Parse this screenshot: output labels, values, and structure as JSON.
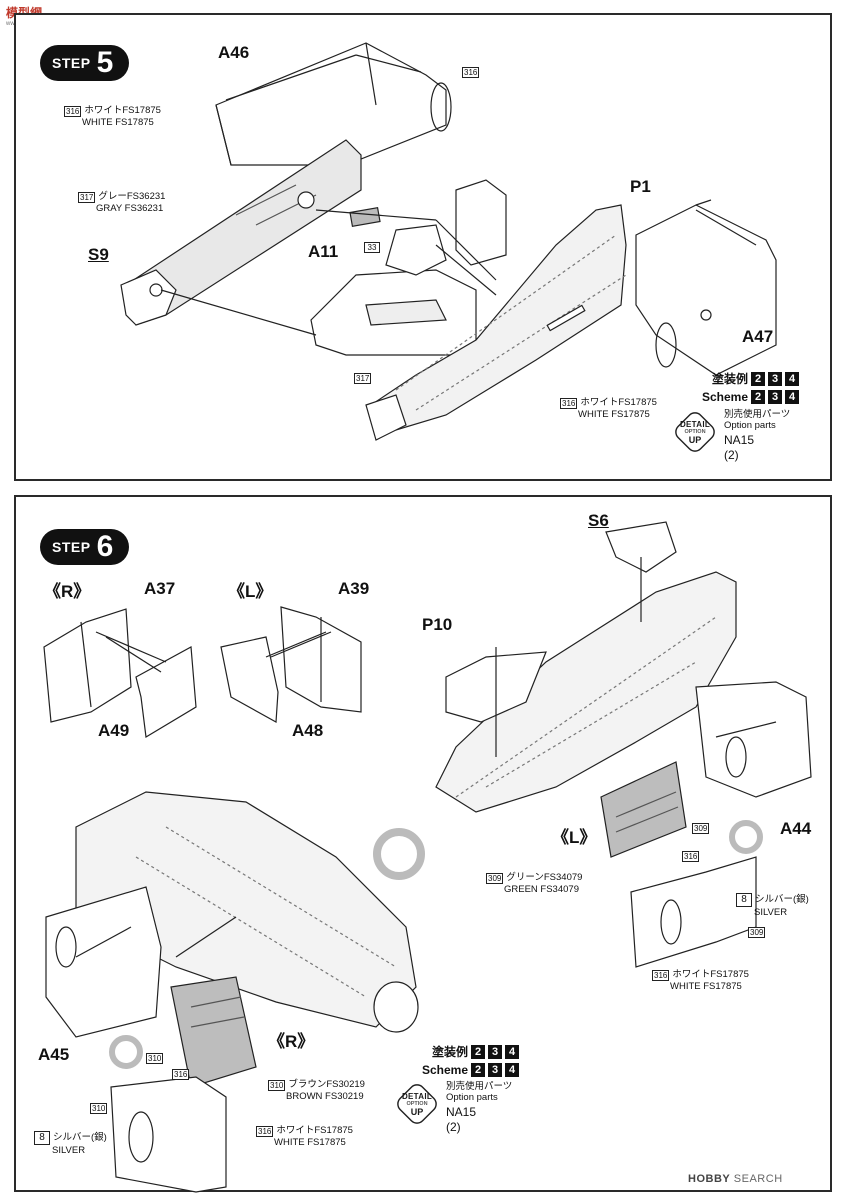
{
  "site_logo": {
    "title": "模型網",
    "subtitle": "www.moxing.net"
  },
  "watermark": {
    "brand": "HOBBY",
    "suffix": "SEARCH"
  },
  "step5": {
    "word": "STEP",
    "num": "5",
    "labels": {
      "a46": "A46",
      "a11": "A11",
      "p1": "P1",
      "s9": "S9",
      "a47": "A47",
      "part33": "33"
    },
    "paints": {
      "white_top": {
        "code": "316",
        "jp": "ホワイトFS17875",
        "en": "WHITE FS17875"
      },
      "gray": {
        "code": "317",
        "jp": "グレーFS36231",
        "en": "GRAY FS36231"
      },
      "c317": "317",
      "c316": "316",
      "white_bottom": {
        "code": "316",
        "jp": "ホワイトFS17875",
        "en": "WHITE FS17875"
      }
    },
    "scheme": {
      "jp": "塗装例",
      "en": "Scheme",
      "nums": [
        "2",
        "3",
        "4"
      ]
    },
    "detail": {
      "line1": "DETAIL",
      "line2": "OPTION",
      "line3": "UP",
      "jp": "別売使用パーツ",
      "en": "Option parts",
      "part": "NA15",
      "qty": "(2)"
    }
  },
  "step6": {
    "word": "STEP",
    "num": "6",
    "sides": {
      "r1": "《R》",
      "l1": "《L》",
      "l2": "《L》",
      "r2": "《R》"
    },
    "labels": {
      "a37": "A37",
      "a39": "A39",
      "a49": "A49",
      "a48": "A48",
      "p10": "P10",
      "s6": "S6",
      "a44": "A44",
      "a45": "A45"
    },
    "paints": {
      "green": {
        "code": "309",
        "jp": "グリーンFS34079",
        "en": "GREEN FS34079"
      },
      "c309a": "309",
      "c316a": "316",
      "silver_r": {
        "code": "8",
        "jp": "シルバー(銀)",
        "en": "SILVER"
      },
      "c309b": "309",
      "white_r": {
        "code": "316",
        "jp": "ホワイトFS17875",
        "en": "WHITE FS17875"
      },
      "c310a": "310",
      "c316b": "316",
      "brown": {
        "code": "310",
        "jp": "ブラウンFS30219",
        "en": "BROWN FS30219"
      },
      "c310b": "310",
      "silver_l": {
        "code": "8",
        "jp": "シルバー(銀)",
        "en": "SILVER"
      },
      "white_l": {
        "code": "316",
        "jp": "ホワイトFS17875",
        "en": "WHITE FS17875"
      }
    },
    "scheme": {
      "jp": "塗装例",
      "en": "Scheme",
      "nums": [
        "2",
        "3",
        "4"
      ]
    },
    "detail": {
      "line1": "DETAIL",
      "line2": "OPTION",
      "line3": "UP",
      "jp": "別売使用パーツ",
      "en": "Option parts",
      "part": "NA15",
      "qty": "(2)"
    }
  }
}
